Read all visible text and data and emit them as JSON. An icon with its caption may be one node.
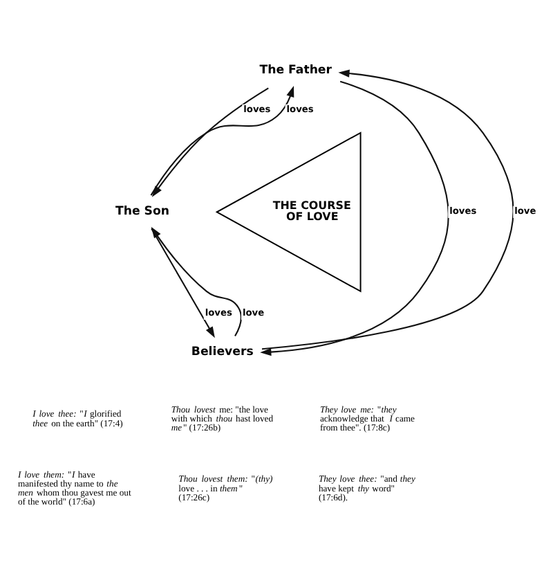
{
  "diagram": {
    "nodes": [
      {
        "text": [
          "The Father"
        ]
      },
      {
        "text": [
          "The Son"
        ]
      },
      {
        "text": [
          "THE COURSE OF LOVE"
        ]
      },
      {
        "text": [
          "Believers"
        ]
      }
    ],
    "edges": [
      {
        "from": 0,
        "to": 1,
        "arrow": "to",
        "label": "loves"
      },
      {
        "from": 1,
        "to": 0,
        "arrow": "to",
        "label": "loves"
      },
      {
        "from": 0,
        "to": 3,
        "arrow": "to",
        "label": "loves"
      },
      {
        "from": 3,
        "to": 0,
        "arrow": "to",
        "label": "love"
      },
      {
        "from": 1,
        "to": 3,
        "arrow": "to",
        "label": "loves"
      },
      {
        "from": 3,
        "to": 1,
        "arrow": "to",
        "label": "love"
      }
    ],
    "labels": [
      "*I love thee:* \"*I* glorified *thee* on the earth\" (17:4)",
      "*I love them:* \"*I* have manifested thy name to *the men* whom thou gavest me out of the world\" (17:6a)",
      "*Thou lovest* me: \"the love with which *thou* hast loved *me*\" (17:26b)",
      "*Thou lovest them:* \"*(thy)* love . . . in *them*\" (17:26c)",
      "*They love me:* \"*they* acknowledge that *I* came from thee\". (17:8c)",
      "*They love thee:* \"and *they* have kept *thy* word\" (17:6d)."
    ]
  }
}
